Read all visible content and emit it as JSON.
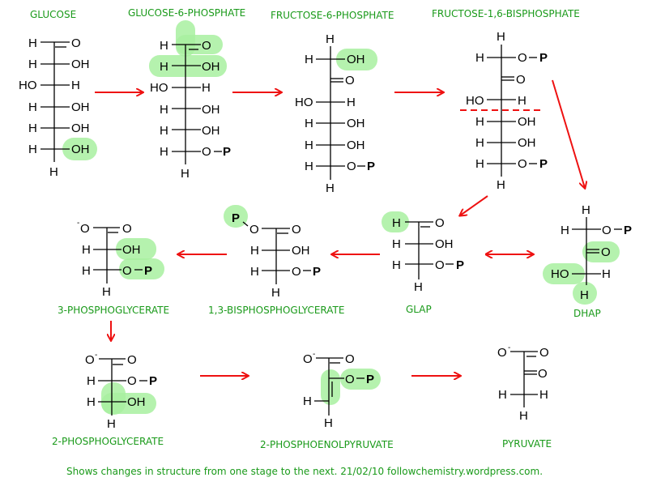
{
  "title": "Glycolysis structural changes",
  "molecules": {
    "glucose": {
      "name": "GLUCOSE"
    },
    "g6p": {
      "name": "GLUCOSE-6-PHOSPHATE"
    },
    "f6p": {
      "name": "FRUCTOSE-6-PHOSPHATE"
    },
    "f16bp": {
      "name": "FRUCTOSE-1,6-BISPHOSPHATE"
    },
    "dhap": {
      "name": "DHAP"
    },
    "glap": {
      "name": "GLAP"
    },
    "bpg13": {
      "name": "1,3-BISPHOSPHOGLYCERATE"
    },
    "pg3": {
      "name": "3-PHOSPHOGLYCERATE"
    },
    "pg2": {
      "name": "2-PHOSPHOGLYCERATE"
    },
    "pep": {
      "name": "2-PHOSPHOENOLPYRUVATE"
    },
    "pyruvate": {
      "name": "PYRUVATE"
    }
  },
  "atoms": {
    "H": "H",
    "O": "O",
    "OH": "OH",
    "HO": "HO",
    "P": "P",
    "minus": "-"
  },
  "footer": "Shows changes in structure from one stage to the next. 21/02/10 followchemistry.wordpress.com.",
  "colors": {
    "label": "#1a9a1a",
    "arrow": "#ee1111",
    "highlight": "#a8f0a0"
  }
}
